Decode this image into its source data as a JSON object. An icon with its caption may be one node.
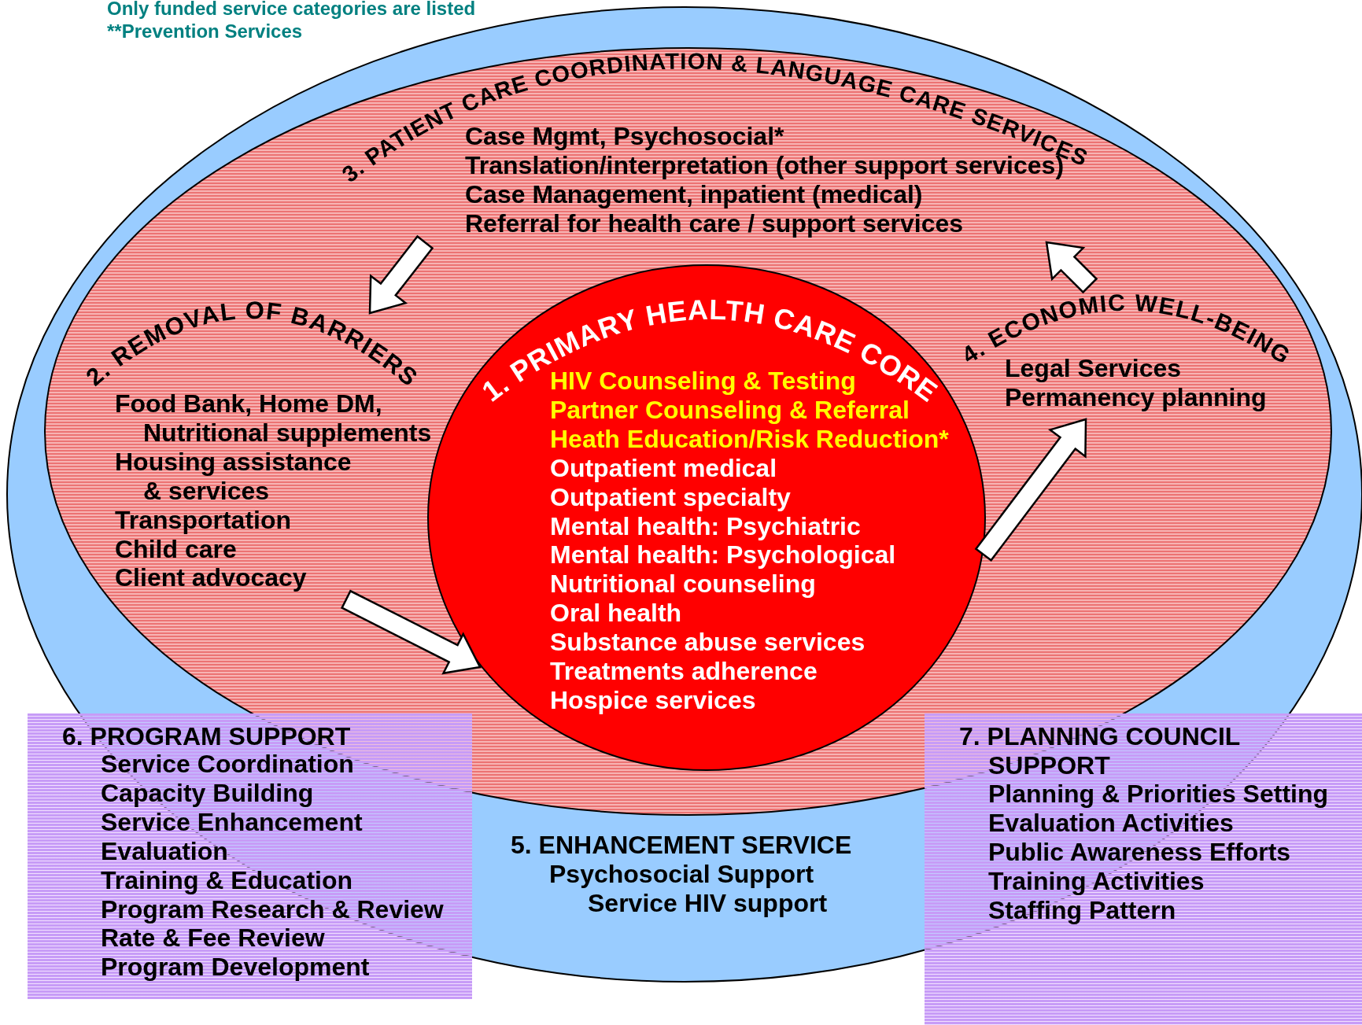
{
  "diagram": {
    "nodes": [
      {
        "text": [
          "5. ENHANCEMENT SERVICE",
          "Psychosocial Support",
          "Service HIV support"
        ]
      },
      {
        "text": [],
        "shape": "ellipse",
        "in": 0
      },
      {
        "text": [
          "3. PATIENT CARE COORDINATION & LANGUAGE CARE SERVICES",
          "Case Mgmt, Psychosocial*",
          "Translation/interpretation (other support services)",
          "Case Management, inpatient (medical)",
          "Referral for health care / support services"
        ],
        "in": 1
      },
      {
        "text": [
          "2. REMOVAL OF BARRIERS",
          "Food Bank, Home DM, Nutritional supplements",
          "Housing assistance & services",
          "Transportation",
          "Child care",
          "Client advocacy"
        ],
        "in": 1
      },
      {
        "text": [
          "1. PRIMARY HEALTH CARE CORE",
          "HIV Counseling & Testing",
          "Partner Counseling & Referral",
          "Heath Education/Risk Reduction*",
          "Outpatient medical",
          "Outpatient specialty",
          "Mental health: Psychiatric",
          "Mental health: Psychological",
          "Nutritional counseling",
          "Oral health",
          "Substance abuse services",
          "Treatments adherence",
          "Hospice services"
        ],
        "in": 1
      },
      {
        "text": [
          "4. ECONOMIC WELL-BEING",
          "Legal Services",
          "Permanency planning"
        ],
        "in": 1
      },
      {
        "text": [
          "6. PROGRAM SUPPORT",
          "Service Coordination",
          "Capacity Building",
          "Service Enhancement",
          "Evaluation",
          "Training & Education",
          "Program Research & Review",
          "Rate & Fee Review",
          "Program Development"
        ]
      },
      {
        "text": [
          "7. PLANNING COUNCIL SUPPORT",
          "Planning & Priorities Setting",
          "Evaluation Activities",
          "Public Awareness Efforts",
          "Training Activities",
          "Staffing Pattern"
        ]
      }
    ],
    "edges": [
      {
        "from": 2,
        "to": 3,
        "arrow": "to"
      },
      {
        "from": 3,
        "to": 4,
        "arrow": "to"
      },
      {
        "from": 4,
        "to": 5,
        "arrow": "to"
      },
      {
        "from": 5,
        "to": 2,
        "arrow": "to"
      }
    ],
    "labels": [
      "Only funded service categories are listed",
      "**Prevention Services"
    ]
  }
}
